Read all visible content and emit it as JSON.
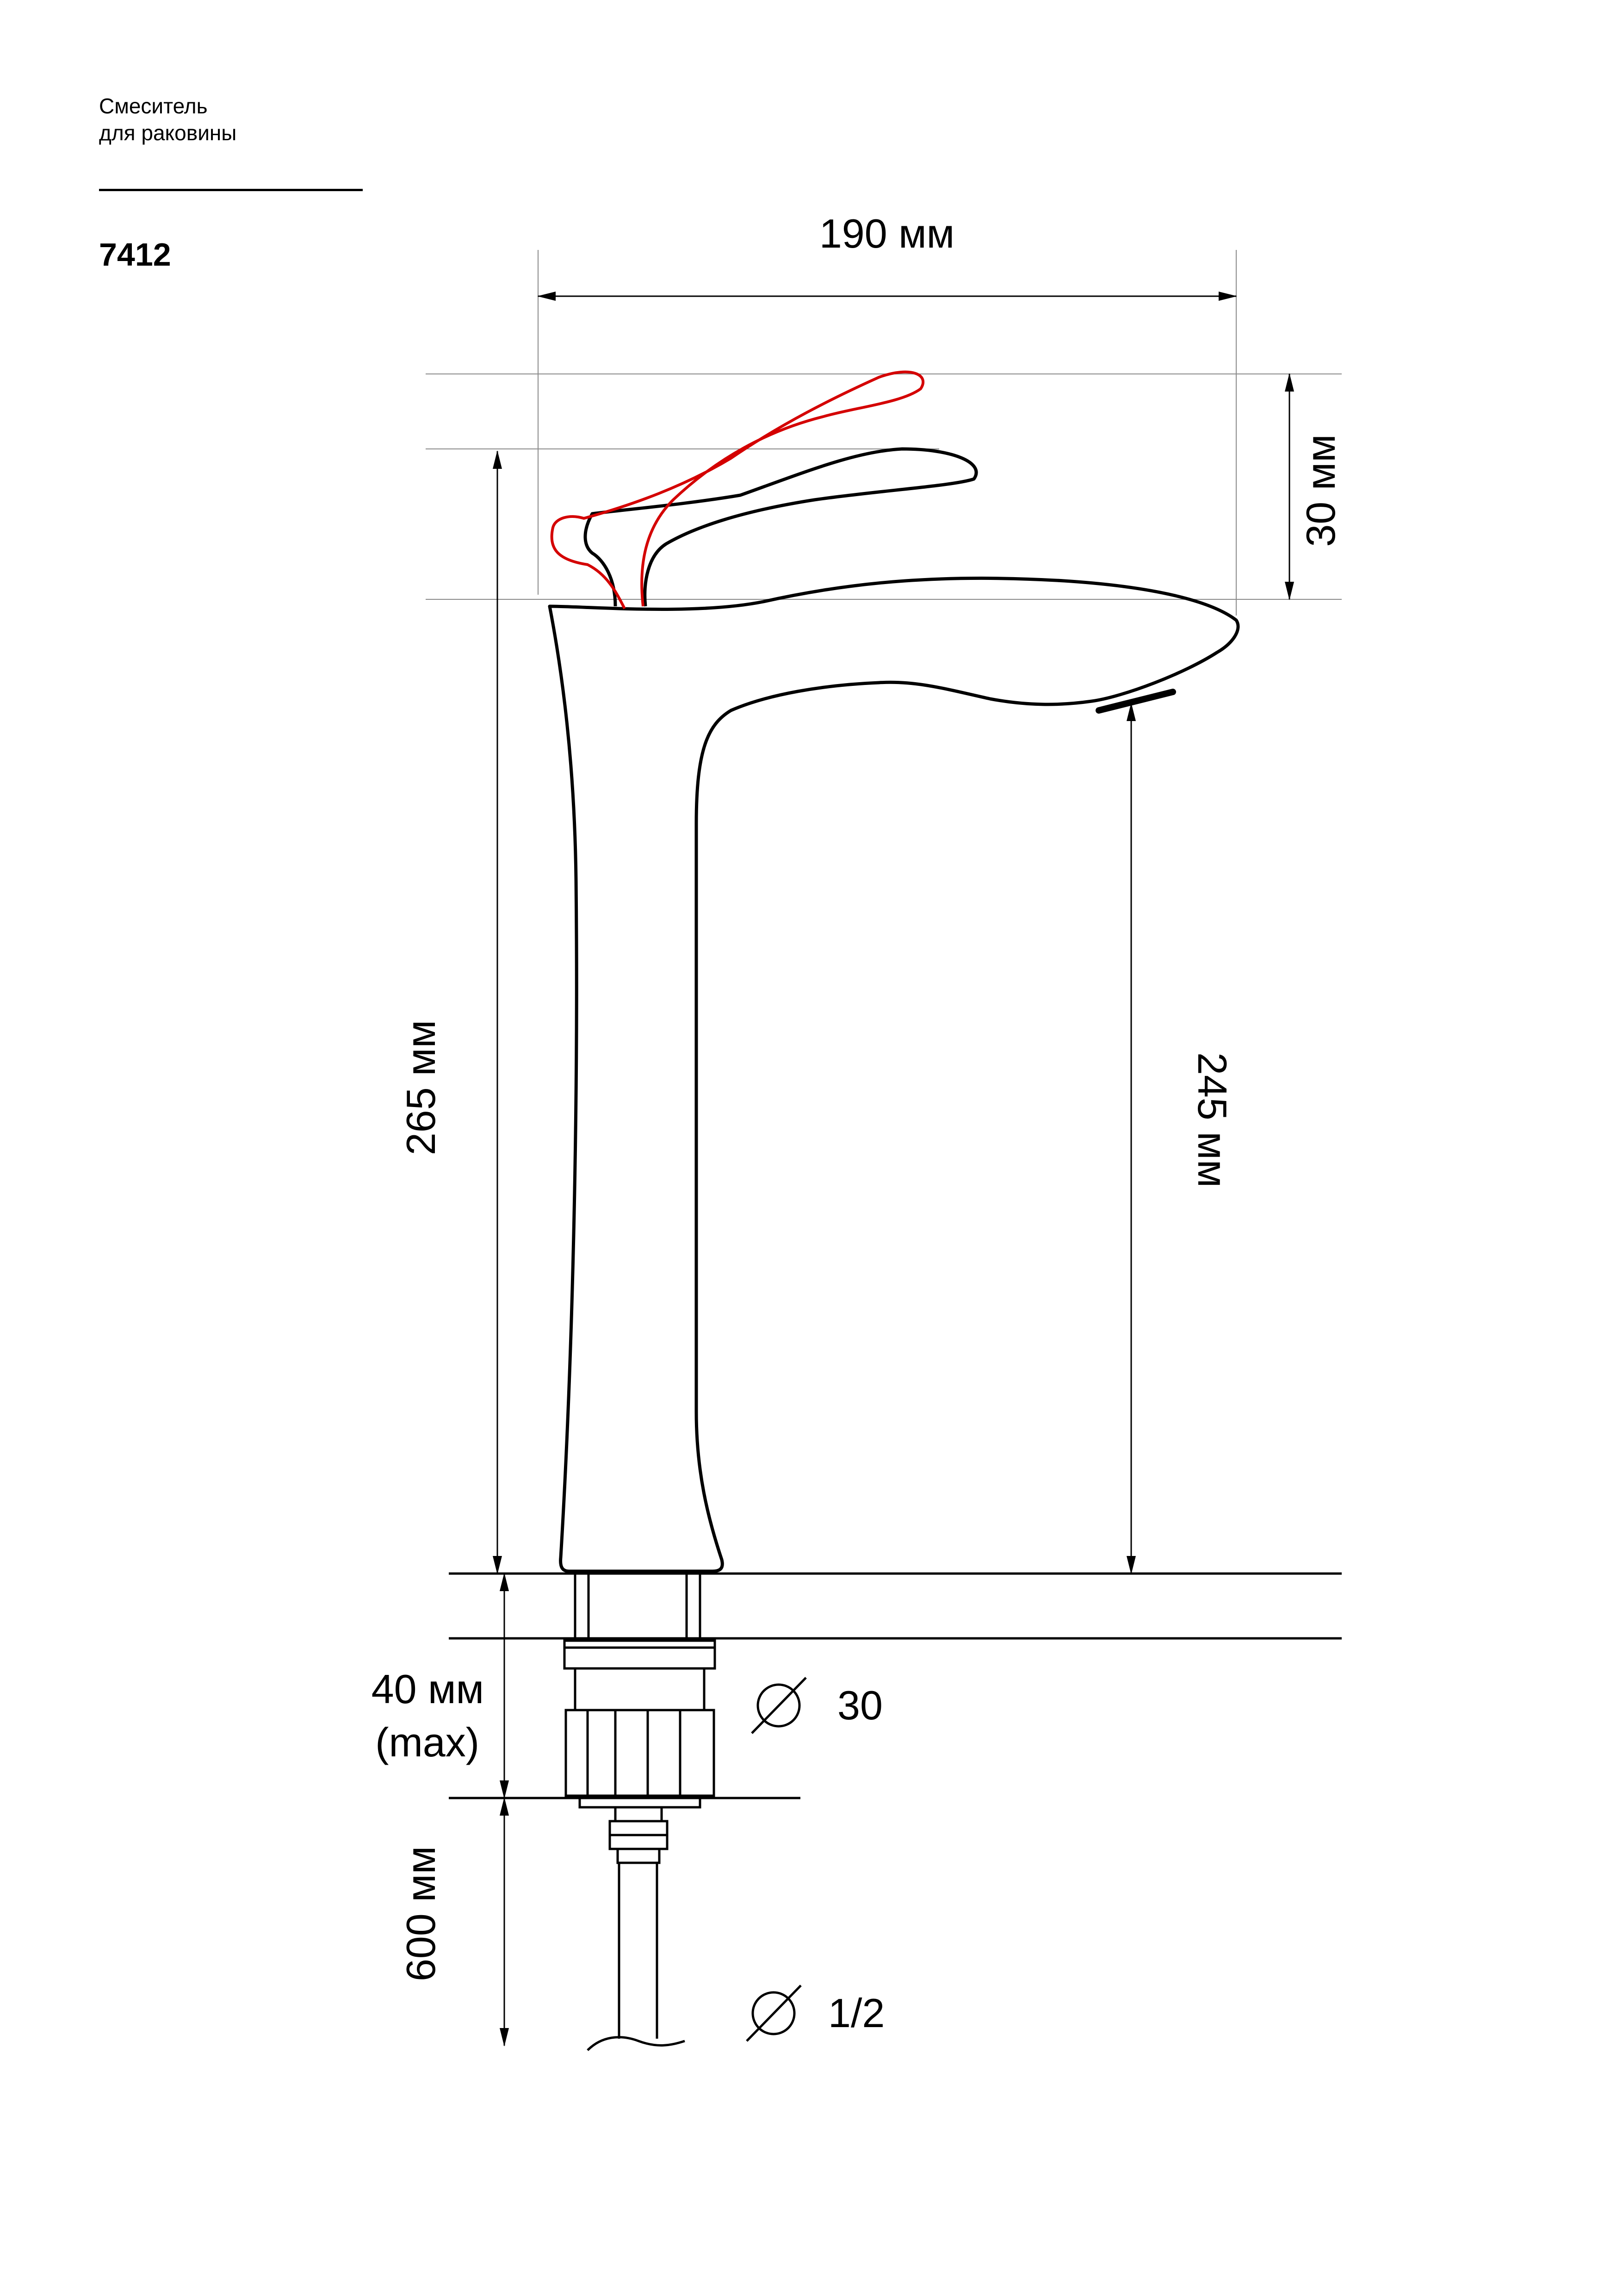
{
  "header": {
    "category": "Смеситель\nдля раковины",
    "model": "7412"
  },
  "dimensions": {
    "width": "190 мм",
    "lever_raise": "30 мм",
    "total_height": "265 мм",
    "spout_height": "245 мм",
    "mount_thickness_line1": "40 мм",
    "mount_thickness_line2": "(max)",
    "hole_diameter": "30",
    "hose_length": "600 мм",
    "hose_thread": "1/2"
  },
  "colors": {
    "outline": "#000000",
    "raised_lever": "#d40000",
    "guide_lines": "#8a8a8a"
  }
}
